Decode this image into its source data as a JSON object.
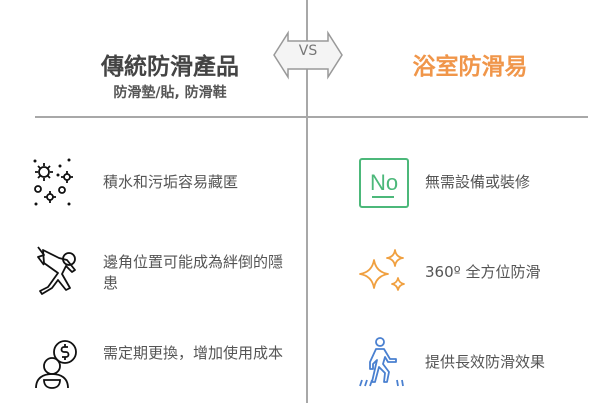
{
  "header": {
    "left_title": "傳統防滑產品",
    "left_subtitle": "防滑墊/貼, 防滑鞋",
    "vs_label": "VS",
    "right_title": "浴室防滑易"
  },
  "left_items": [
    {
      "icon": "bacteria-icon",
      "text": "積水和污垢容易藏匿"
    },
    {
      "icon": "slip-fall-icon",
      "text": "邊角位置可能成為絆倒的隱患"
    },
    {
      "icon": "person-cost-icon",
      "text": "需定期更換，增加使用成本"
    }
  ],
  "right_items": [
    {
      "icon": "no-box-icon",
      "text": "無需設備或裝修"
    },
    {
      "icon": "sparkle-icon",
      "text": "360º 全方位防滑"
    },
    {
      "icon": "walking-person-icon",
      "text": "提供長效防滑效果"
    }
  ],
  "colors": {
    "accent": "#f0964a",
    "green": "#4cb87a",
    "blue": "#4a80d0",
    "divider": "#a8a8a8"
  }
}
